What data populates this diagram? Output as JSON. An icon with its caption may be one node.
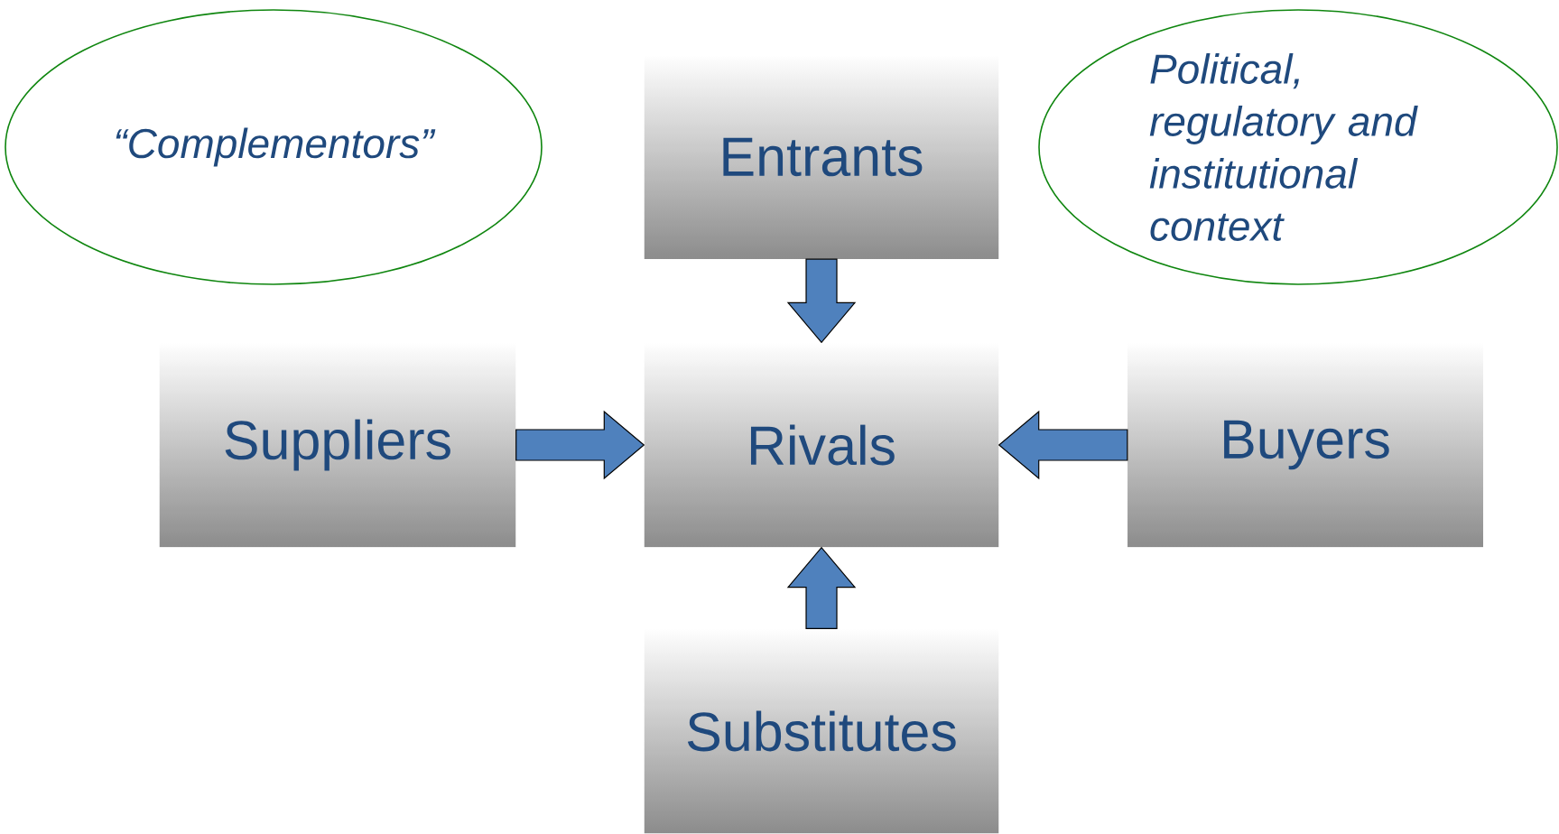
{
  "diagram": {
    "nodes": [
      {
        "text": [
          "“Complementors”"
        ]
      },
      {
        "text": [
          "Entrants"
        ]
      },
      {
        "text": [
          "Political, regulatory and institutional context"
        ]
      },
      {
        "text": [
          "Suppliers"
        ]
      },
      {
        "text": [
          "Rivals"
        ]
      },
      {
        "text": [
          "Buyers"
        ]
      },
      {
        "text": [
          "Substitutes"
        ]
      }
    ],
    "edges": [
      {
        "from": 1,
        "to": 4,
        "arrow": "to"
      },
      {
        "from": 3,
        "to": 4,
        "arrow": "to"
      },
      {
        "from": 5,
        "to": 4,
        "arrow": "to"
      },
      {
        "from": 6,
        "to": 4,
        "arrow": "to"
      }
    ]
  }
}
